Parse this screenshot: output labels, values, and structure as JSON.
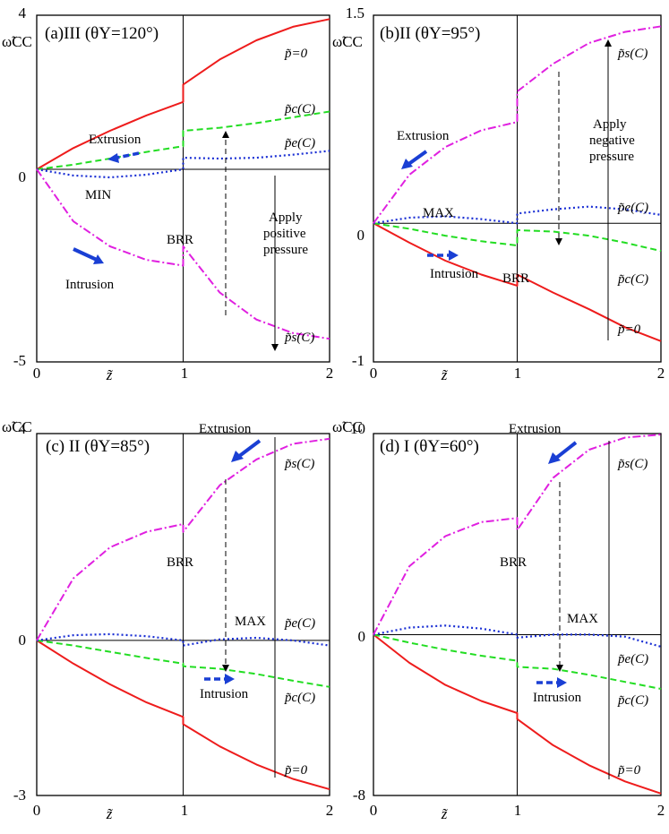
{
  "figure": {
    "x_axis_label": "z̃",
    "y_axis_label": "ω̃CC",
    "colors": {
      "p0": "#ee1c1c",
      "pc": "#22dd22",
      "pe": "#1a2fd4",
      "ps": "#e020e0",
      "arrow": "#1a3fd4",
      "axis": "#000000"
    }
  },
  "chart_data": [
    {
      "id": "a",
      "type": "line",
      "title": "(a)III (θY=120°)",
      "xlabel": "z̃",
      "ylabel": "ω̃CC",
      "xlim": [
        0,
        2
      ],
      "ylim": [
        -5,
        4
      ],
      "x_ticks": [
        "0",
        "1",
        "2"
      ],
      "y_ticks": [
        "4",
        "0",
        "-5"
      ],
      "series": [
        {
          "name": "p̃=0",
          "x": [
            0,
            0.25,
            0.5,
            0.75,
            1,
            1,
            1.25,
            1.5,
            1.75,
            2
          ],
          "y": [
            0,
            0.55,
            1.0,
            1.4,
            1.75,
            2.2,
            2.85,
            3.35,
            3.7,
            3.9
          ]
        },
        {
          "name": "p̃c(C)",
          "x": [
            0,
            0.25,
            0.5,
            0.75,
            1,
            1,
            1.25,
            1.5,
            1.75,
            2
          ],
          "y": [
            0,
            0.12,
            0.28,
            0.45,
            0.6,
            1.0,
            1.08,
            1.2,
            1.35,
            1.5
          ]
        },
        {
          "name": "p̃e(C)",
          "x": [
            0,
            0.25,
            0.5,
            0.75,
            1,
            1,
            1.25,
            1.5,
            1.75,
            2
          ],
          "y": [
            0,
            -0.16,
            -0.21,
            -0.14,
            0,
            0.3,
            0.28,
            0.3,
            0.38,
            0.48
          ]
        },
        {
          "name": "p̃s(C)",
          "x": [
            0,
            0.25,
            0.5,
            0.75,
            1,
            1,
            1.25,
            1.5,
            1.75,
            2
          ],
          "y": [
            0,
            -1.35,
            -2.0,
            -2.35,
            -2.5,
            -2.0,
            -3.2,
            -3.9,
            -4.25,
            -4.4
          ]
        }
      ],
      "annotations": {
        "extrusion": "Extrusion",
        "intrusion": "Intrusion",
        "extremum": "MIN",
        "brr": "BRR",
        "apply_1": "Apply",
        "apply_2": "positive",
        "apply_3": "pressure"
      }
    },
    {
      "id": "b",
      "type": "line",
      "title": "(b)II (θY=95°)",
      "xlabel": "z̃",
      "ylabel": "ω̃CC",
      "xlim": [
        0,
        2
      ],
      "ylim": [
        -1,
        1.5
      ],
      "x_ticks": [
        "0",
        "1",
        "2"
      ],
      "y_ticks": [
        "1.5",
        "0",
        "-1"
      ],
      "series": [
        {
          "name": "p̃=0",
          "x": [
            0,
            0.25,
            0.5,
            0.75,
            1,
            1,
            1.25,
            1.5,
            1.75,
            2
          ],
          "y": [
            0,
            -0.14,
            -0.27,
            -0.37,
            -0.45,
            -0.37,
            -0.5,
            -0.62,
            -0.75,
            -0.85
          ]
        },
        {
          "name": "p̃c(C)",
          "x": [
            0,
            0.25,
            0.5,
            0.75,
            1,
            1,
            1.25,
            1.5,
            1.75,
            2
          ],
          "y": [
            0,
            -0.04,
            -0.09,
            -0.13,
            -0.16,
            -0.05,
            -0.06,
            -0.09,
            -0.14,
            -0.2
          ]
        },
        {
          "name": "p̃e(C)",
          "x": [
            0,
            0.25,
            0.5,
            0.75,
            1,
            1,
            1.25,
            1.5,
            1.75,
            2
          ],
          "y": [
            0,
            0.04,
            0.05,
            0.03,
            0,
            0.07,
            0.1,
            0.12,
            0.1,
            0.06
          ]
        },
        {
          "name": "p̃s(C)",
          "x": [
            0,
            0.25,
            0.5,
            0.75,
            1,
            1,
            1.25,
            1.5,
            1.75,
            2
          ],
          "y": [
            0,
            0.35,
            0.55,
            0.67,
            0.73,
            0.95,
            1.15,
            1.3,
            1.38,
            1.42
          ]
        }
      ],
      "annotations": {
        "extrusion": "Extrusion",
        "intrusion": "Intrusion",
        "extremum": "MAX",
        "brr": "BRR",
        "apply_1": "Apply",
        "apply_2": "negative",
        "apply_3": "pressure"
      }
    },
    {
      "id": "c",
      "type": "line",
      "title": "(c) II (θY=85°)",
      "xlabel": "z̃",
      "ylabel": "ω̃CC",
      "xlim": [
        0,
        2
      ],
      "ylim": [
        -3,
        4
      ],
      "x_ticks": [
        "0",
        "1",
        "2"
      ],
      "y_ticks": [
        "4",
        "0",
        "-3"
      ],
      "series": [
        {
          "name": "p̃=0",
          "x": [
            0,
            0.25,
            0.5,
            0.75,
            1,
            1,
            1.25,
            1.5,
            1.75,
            2
          ],
          "y": [
            0,
            -0.45,
            -0.85,
            -1.2,
            -1.48,
            -1.62,
            -2.05,
            -2.4,
            -2.68,
            -2.88
          ]
        },
        {
          "name": "p̃c(C)",
          "x": [
            0,
            0.25,
            0.5,
            0.75,
            1,
            1,
            1.25,
            1.5,
            1.75,
            2
          ],
          "y": [
            0,
            -0.1,
            -0.22,
            -0.34,
            -0.45,
            -0.5,
            -0.55,
            -0.65,
            -0.78,
            -0.9
          ]
        },
        {
          "name": "p̃e(C)",
          "x": [
            0,
            0.25,
            0.5,
            0.75,
            1,
            1,
            1.25,
            1.5,
            1.75,
            2
          ],
          "y": [
            0,
            0.1,
            0.12,
            0.08,
            0,
            -0.1,
            0.02,
            0.05,
            0,
            -0.1
          ]
        },
        {
          "name": "p̃s(C)",
          "x": [
            0,
            0.25,
            0.5,
            0.75,
            1,
            1,
            1.25,
            1.5,
            1.75,
            2
          ],
          "y": [
            0,
            1.2,
            1.8,
            2.1,
            2.25,
            2.1,
            3.0,
            3.5,
            3.8,
            3.9
          ]
        }
      ],
      "annotations": {
        "extrusion": "Extrusion",
        "intrusion": "Intrusion",
        "extremum": "MAX",
        "brr": "BRR"
      }
    },
    {
      "id": "d",
      "type": "line",
      "title": "(d) I (θY=60°)",
      "xlabel": "z̃",
      "ylabel": "ω̃CC",
      "xlim": [
        0,
        2
      ],
      "ylim": [
        -8,
        10
      ],
      "x_ticks": [
        "0",
        "1",
        "2"
      ],
      "y_ticks": [
        "10",
        "0",
        "-8"
      ],
      "series": [
        {
          "name": "p̃=0",
          "x": [
            0,
            0.25,
            0.5,
            0.75,
            1,
            1,
            1.25,
            1.5,
            1.75,
            2
          ],
          "y": [
            0,
            -1.4,
            -2.5,
            -3.3,
            -3.9,
            -4.2,
            -5.5,
            -6.5,
            -7.3,
            -7.9
          ]
        },
        {
          "name": "p̃c(C)",
          "x": [
            0,
            0.25,
            0.5,
            0.75,
            1,
            1,
            1.25,
            1.5,
            1.75,
            2
          ],
          "y": [
            0,
            -0.4,
            -0.75,
            -1.05,
            -1.3,
            -1.6,
            -1.7,
            -2.0,
            -2.35,
            -2.7
          ]
        },
        {
          "name": "p̃e(C)",
          "x": [
            0,
            0.25,
            0.5,
            0.75,
            1,
            1,
            1.25,
            1.5,
            1.75,
            2
          ],
          "y": [
            0,
            0.35,
            0.45,
            0.3,
            0,
            -0.15,
            0,
            0,
            -0.1,
            -0.6
          ]
        },
        {
          "name": "p̃s(C)",
          "x": [
            0,
            0.25,
            0.5,
            0.75,
            1,
            1,
            1.25,
            1.5,
            1.75,
            2
          ],
          "y": [
            0,
            3.4,
            4.9,
            5.6,
            5.8,
            5.2,
            7.8,
            9.2,
            9.8,
            9.95
          ]
        }
      ],
      "annotations": {
        "extrusion": "Extrusion",
        "intrusion": "Intrusion",
        "extremum": "MAX",
        "brr": "BRR"
      }
    }
  ]
}
